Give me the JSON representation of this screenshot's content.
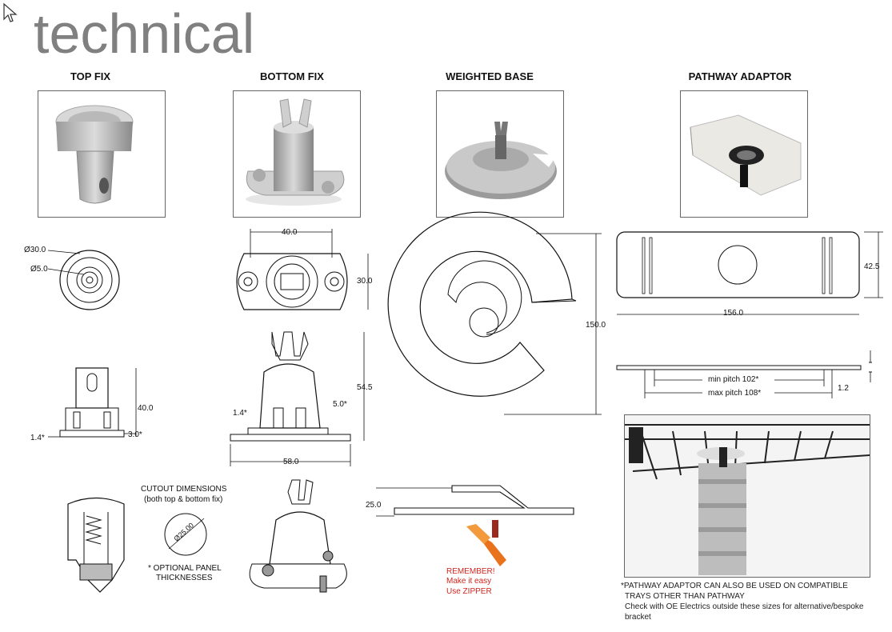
{
  "page": {
    "title": "technical",
    "cursor_icon": "arrow-cursor-icon"
  },
  "columns": [
    {
      "heading": "TOP FIX"
    },
    {
      "heading": "BOTTOM FIX"
    },
    {
      "heading": "WEIGHTED BASE"
    },
    {
      "heading": "PATHWAY ADAPTOR"
    }
  ],
  "top_fix": {
    "dim_outer": "Ø30.0",
    "dim_inner": "Ø5.0",
    "dim_height": "40.0",
    "dim_left": "1.4*",
    "dim_right": "3.0*"
  },
  "bottom_fix": {
    "dim_width_top": "40.0",
    "dim_depth": "30.0",
    "dim_height": "54.5",
    "dim_left": "1.4*",
    "dim_small": "5.0*",
    "dim_width_base": "58.0"
  },
  "cutout": {
    "title_line1": "CUTOUT DIMENSIONS",
    "title_line2": "(both top & bottom fix)",
    "diameter": "Ø25.00",
    "note_line1": "* OPTIONAL PANEL",
    "note_line2": "THICKNESSES"
  },
  "weighted_base": {
    "dim_diameter": "150.0",
    "dim_height": "25.0",
    "reminder_line1": "REMEMBER!",
    "reminder_line2": "Make it easy",
    "reminder_line3": "Use ZIPPER",
    "reminder_color": "#d0261e"
  },
  "pathway_adaptor": {
    "dim_width": "42.5",
    "dim_length": "156.0",
    "dim_thickness": "1.2",
    "min_pitch": "min pitch 102*",
    "max_pitch": "max pitch 108*",
    "footnote_line1": "*PATHWAY ADAPTOR CAN ALSO BE USED ON COMPATIBLE",
    "footnote_line2": "TRAYS OTHER THAN PATHWAY",
    "footnote_line3": "Check with OE Electrics outside these sizes for alternative/bespoke",
    "footnote_line4": "bracket"
  }
}
